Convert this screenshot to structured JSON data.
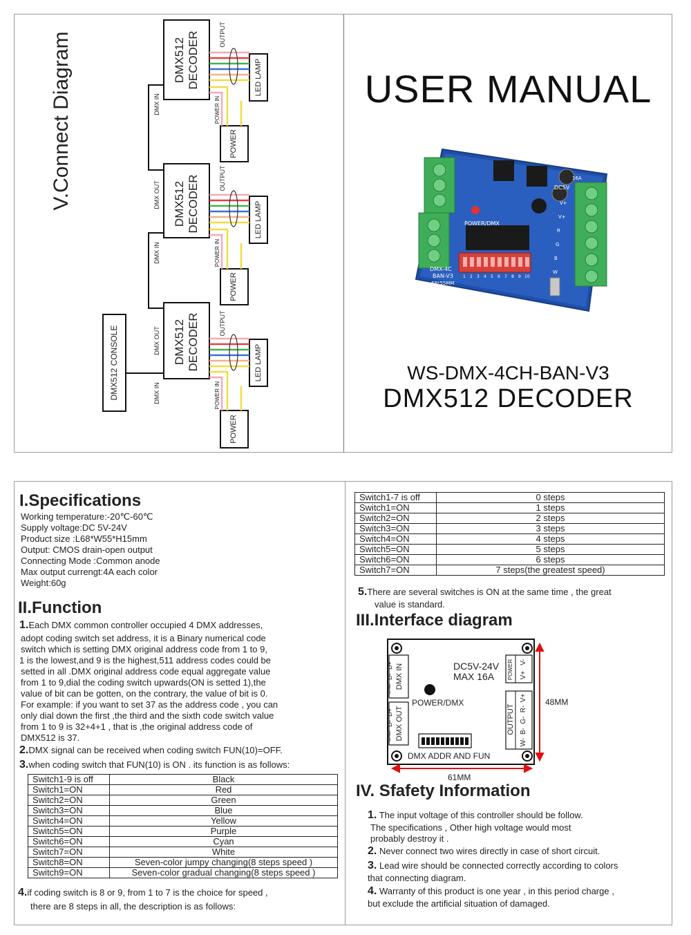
{
  "cover": {
    "title": "USER MANUAL",
    "model": "WS-DMX-4CH-BAN-V3",
    "product": "DMX512 DECODER"
  },
  "pcb_photo": {
    "power_label": "POWER/DMX",
    "board_text": [
      "DMX-4C",
      "BAN-V3",
      "68*55MM"
    ],
    "voltage_label": "DC5V",
    "current_label": "16A",
    "terminals_right": [
      "V+",
      "V+",
      "R",
      "G",
      "B",
      "W"
    ],
    "dip_numbers": [
      "1",
      "2",
      "3",
      "4",
      "5",
      "6",
      "7",
      "8",
      "9",
      "10"
    ]
  },
  "connect_diagram": {
    "title": "V.Connect Diagram",
    "console": "DMX512 CONSOLE",
    "decoder_line1": "DMX512",
    "decoder_line2": "DECODER",
    "dmx_in": "DMX IN",
    "dmx_out": "DMX OUT",
    "output": "OUTPUT",
    "power_in": "POWER IN",
    "power": "POWER",
    "led_lamp": "LED LAMP"
  },
  "specs": {
    "heading": "I.Specifications",
    "lines": [
      "Working temperature:-20℃-60℃",
      "Supply voltage:DC 5V-24V",
      "Product size :L68*W55*H15mm",
      "Output: CMOS drain-open output",
      "Connecting Mode :Common anode",
      "Max output currengt:4A  each color",
      "Weight:60g"
    ]
  },
  "function": {
    "heading": "II.Function",
    "p1_num": "1.",
    "p1_lines": [
      "Each DMX common controller occupied 4 DMX addresses,",
      "adopt coding switch set address, it is a Binary numerical code",
      "switch which is setting DMX original address code from 1 to 9,",
      "1 is the lowest,and 9 is the highest,511 address codes  could be",
      "setted  in all .DMX original address code equal aggregate value",
      "from 1 to 9,dial the coding switch upwards(ON is setted 1),the",
      "value of bit can be  gotten, on the contrary, the value of bit is 0.",
      "For example: if you want to set 37 as the address code , you can",
      "only dial down the first ,the third and the  sixth code switch value",
      "from 1 to 9 is 32+4+1 , that is ,the original address  code of",
      "DMX512 is 37."
    ],
    "p2_num": "2.",
    "p2": "DMX signal can be received when coding switch FUN(10)=OFF.",
    "p3_num": "3.",
    "p3": "when coding switch that FUN(10) is ON . its function is as follows:",
    "table1": [
      [
        "Switch1-9 is off",
        "Black"
      ],
      [
        "Switch1=ON",
        "Red"
      ],
      [
        "Switch2=ON",
        "Green"
      ],
      [
        "Switch3=ON",
        "Blue"
      ],
      [
        "Switch4=ON",
        "Yellow"
      ],
      [
        "Switch5=ON",
        "Purple"
      ],
      [
        "Switch6=ON",
        "Cyan"
      ],
      [
        "Switch7=ON",
        "White"
      ],
      [
        "Switch8=ON",
        "Seven-color jumpy changing(8 steps speed )"
      ],
      [
        "Switch9=ON",
        "Seven-color gradual changing(8 steps speed )"
      ]
    ],
    "p4_num": "4.",
    "p4_lines": [
      "if coding switch is 8 or 9,  from 1 to 7 is the choice for speed ,",
      "there are 8 steps in all, the description is as follows:"
    ],
    "table2": [
      [
        "Switch1-7 is off",
        "0 steps"
      ],
      [
        "Switch1=ON",
        "1 steps"
      ],
      [
        "Switch2=ON",
        "2 steps"
      ],
      [
        "Switch3=ON",
        "3 steps"
      ],
      [
        "Switch4=ON",
        "4 steps"
      ],
      [
        "Switch5=ON",
        "5 steps"
      ],
      [
        "Switch6=ON",
        "6 steps"
      ],
      [
        "Switch7=ON",
        "7 steps(the greatest speed)"
      ]
    ],
    "p5_num": "5.",
    "p5_lines": [
      "There are several switches is ON at the same time , the great",
      "value is standard."
    ]
  },
  "interface": {
    "heading": "III.Interface diagram",
    "voltage": "DC5V-24V",
    "max": "MAX 16A",
    "power_dmx": "POWER/DMX",
    "dmx_in": "DMX IN",
    "dmx_out": "DMX OUT",
    "pins_in": [
      "D+",
      "D-",
      "GND"
    ],
    "pins_out": [
      "D+",
      "D-",
      "GND"
    ],
    "power": "POWER",
    "output": "OUTPUT",
    "power_pins": [
      "V+",
      "V-"
    ],
    "output_pins": [
      "V+",
      "R-",
      "G-",
      "B-",
      "W-"
    ],
    "dmx_addr": "DMX ADDR AND FUN",
    "width": "61MM",
    "height": "48MM"
  },
  "safety": {
    "heading": "IV. Sfafety Information",
    "items": [
      {
        "num": "1.",
        "lines": [
          "The input voltage of this controller should be follow.",
          "The specifications , Other high voltage would most",
          "probably destroy it ."
        ]
      },
      {
        "num": "2.",
        "lines": [
          "Never connect two wires directly in case of short circuit."
        ]
      },
      {
        "num": "3.",
        "lines": [
          "Lead wire should be connected correctly according to colors",
          "that connecting diagram."
        ]
      },
      {
        "num": "4.",
        "lines": [
          "Warranty of this product is one year , in this period charge ,",
          "but exclude the artificial situation of damaged."
        ]
      }
    ]
  }
}
